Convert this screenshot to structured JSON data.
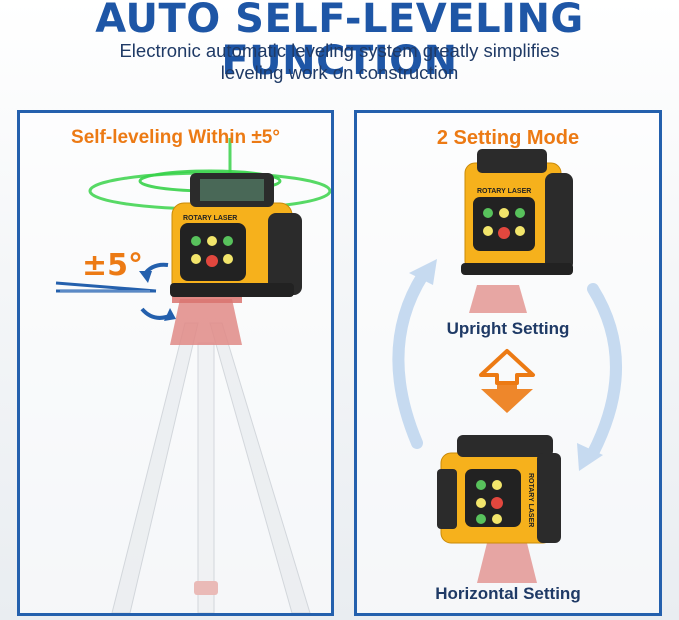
{
  "header": {
    "title": "AUTO SELF-LEVELING FUNCTION",
    "subtitle_line1": "Electronic automatic leveling system greatly simplifies",
    "subtitle_line2": "leveling work on construction"
  },
  "left_panel": {
    "heading": "Self-leveling Within ±5°",
    "angle_label": "±5°",
    "device_label": "ROTARY LASER"
  },
  "right_panel": {
    "heading": "2 Setting Mode",
    "upright_label": "Upright Setting",
    "horizontal_label": "Horizontal Setting",
    "device_label": "ROTARY LASER"
  },
  "colors": {
    "brand_blue": "#1e56a6",
    "accent_orange": "#ec7a14",
    "laser_green": "#39d24a",
    "device_yellow": "#f6b11c",
    "tripod_red": "#e08a86"
  }
}
